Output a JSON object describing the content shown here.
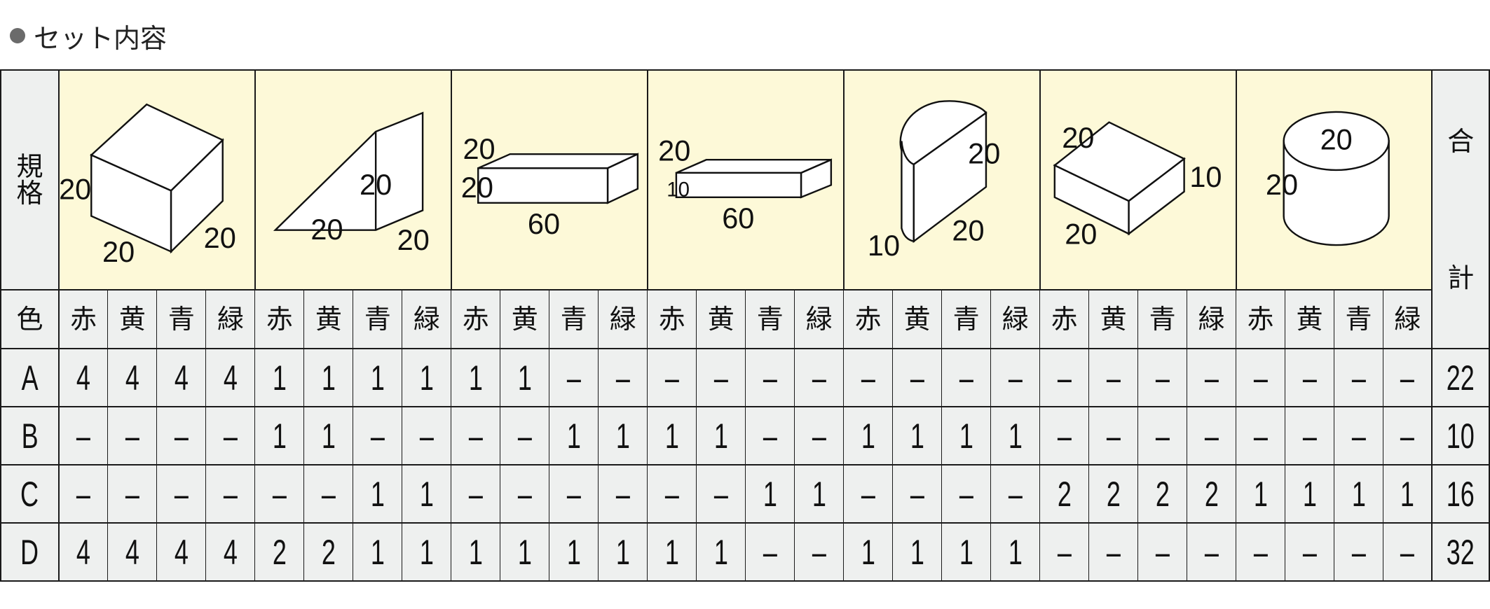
{
  "title": "セット内容",
  "labels": {
    "spec_1": "規",
    "spec_2": "格",
    "color": "色",
    "total_1": "合",
    "total_2": "計"
  },
  "colors": [
    "赤",
    "黄",
    "青",
    "緑"
  ],
  "shapes": [
    {
      "name": "cube",
      "dims": [
        "20",
        "20",
        "20"
      ]
    },
    {
      "name": "triangular-prism",
      "dims": [
        "20",
        "20",
        "20"
      ]
    },
    {
      "name": "long-bar",
      "dims": [
        "20",
        "20",
        "60"
      ]
    },
    {
      "name": "flat-bar",
      "dims": [
        "20",
        "10",
        "60"
      ]
    },
    {
      "name": "half-cylinder",
      "dims": [
        "20",
        "20",
        "10"
      ]
    },
    {
      "name": "square-plate",
      "dims": [
        "20",
        "10",
        "20"
      ]
    },
    {
      "name": "cylinder",
      "dims": [
        "20",
        "20"
      ]
    }
  ],
  "rows": [
    {
      "label": "A",
      "values": [
        "4",
        "4",
        "4",
        "4",
        "1",
        "1",
        "1",
        "1",
        "1",
        "1",
        "–",
        "–",
        "–",
        "–",
        "–",
        "–",
        "–",
        "–",
        "–",
        "–",
        "–",
        "–",
        "–",
        "–",
        "–",
        "–",
        "–",
        "–"
      ],
      "total": "22"
    },
    {
      "label": "B",
      "values": [
        "–",
        "–",
        "–",
        "–",
        "1",
        "1",
        "–",
        "–",
        "–",
        "–",
        "1",
        "1",
        "1",
        "1",
        "–",
        "–",
        "1",
        "1",
        "1",
        "1",
        "–",
        "–",
        "–",
        "–",
        "–",
        "–",
        "–",
        "–"
      ],
      "total": "10"
    },
    {
      "label": "C",
      "values": [
        "–",
        "–",
        "–",
        "–",
        "–",
        "–",
        "1",
        "1",
        "–",
        "–",
        "–",
        "–",
        "–",
        "–",
        "1",
        "1",
        "–",
        "–",
        "–",
        "–",
        "2",
        "2",
        "2",
        "2",
        "1",
        "1",
        "1",
        "1"
      ],
      "total": "16"
    },
    {
      "label": "D",
      "values": [
        "4",
        "4",
        "4",
        "4",
        "2",
        "2",
        "1",
        "1",
        "1",
        "1",
        "1",
        "1",
        "1",
        "1",
        "–",
        "–",
        "1",
        "1",
        "1",
        "1",
        "–",
        "–",
        "–",
        "–",
        "–",
        "–",
        "–",
        "–"
      ],
      "total": "32"
    }
  ],
  "style": {
    "header_bg": "#fdf9d8",
    "cell_bg": "#eef0ef"
  }
}
